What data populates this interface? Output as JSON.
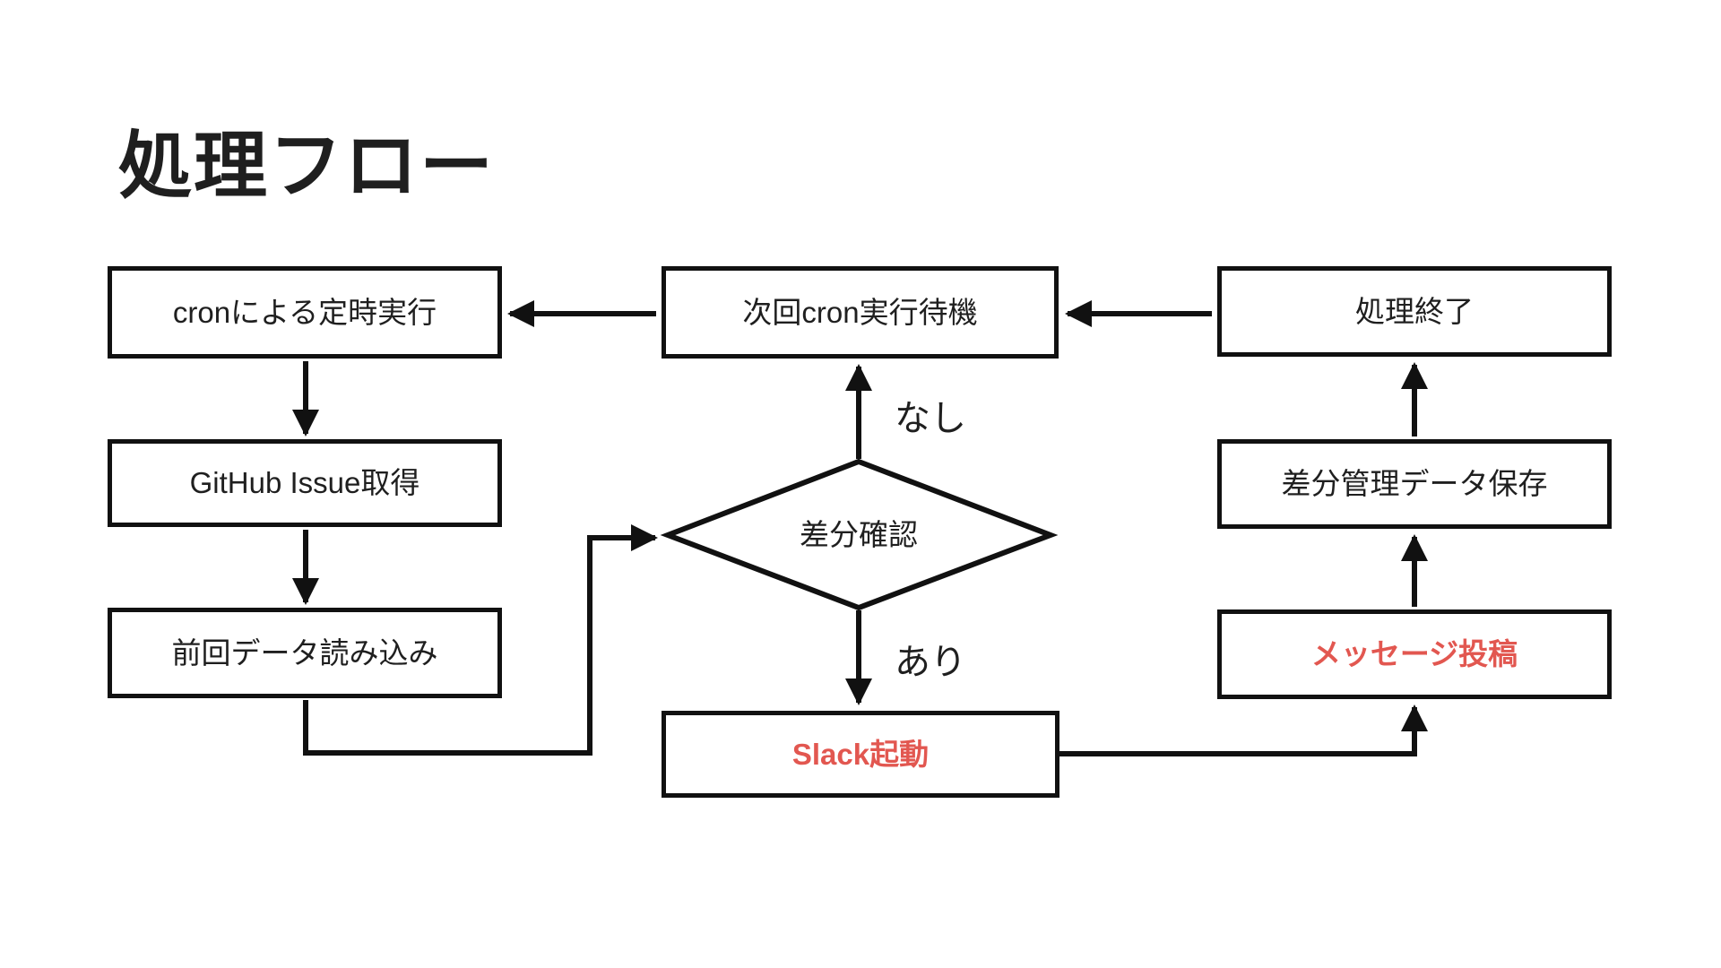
{
  "page": {
    "title": "処理フロー"
  },
  "colors": {
    "background": "#ffffff",
    "line": "#111111",
    "text": "#1f1f1f",
    "accent": "#e25750"
  },
  "flowchart": {
    "nodes": [
      {
        "id": "cron-trigger",
        "shape": "rect",
        "label": "cronによる定時実行",
        "emphasis": "normal"
      },
      {
        "id": "github-issue-fetch",
        "shape": "rect",
        "label": "GitHub Issue取得",
        "emphasis": "normal"
      },
      {
        "id": "previous-data-load",
        "shape": "rect",
        "label": "前回データ読み込み",
        "emphasis": "normal"
      },
      {
        "id": "wait-next-cron",
        "shape": "rect",
        "label": "次回cron実行待機",
        "emphasis": "normal"
      },
      {
        "id": "diff-check",
        "shape": "diamond",
        "label": "差分確認",
        "emphasis": "normal"
      },
      {
        "id": "slack-launch",
        "shape": "rect",
        "label": "Slack起動",
        "emphasis": "accent"
      },
      {
        "id": "process-end",
        "shape": "rect",
        "label": "処理終了",
        "emphasis": "normal"
      },
      {
        "id": "diff-data-save",
        "shape": "rect",
        "label": "差分管理データ保存",
        "emphasis": "normal"
      },
      {
        "id": "message-post",
        "shape": "rect",
        "label": "メッセージ投稿",
        "emphasis": "accent"
      }
    ],
    "edge_labels": {
      "no_diff": "なし",
      "has_diff": "あり"
    },
    "edges": [
      {
        "from": "cron-trigger",
        "to": "github-issue-fetch",
        "label": ""
      },
      {
        "from": "github-issue-fetch",
        "to": "previous-data-load",
        "label": ""
      },
      {
        "from": "previous-data-load",
        "to": "diff-check",
        "label": ""
      },
      {
        "from": "diff-check",
        "to": "wait-next-cron",
        "label": "なし"
      },
      {
        "from": "diff-check",
        "to": "slack-launch",
        "label": "あり"
      },
      {
        "from": "slack-launch",
        "to": "message-post",
        "label": ""
      },
      {
        "from": "message-post",
        "to": "diff-data-save",
        "label": ""
      },
      {
        "from": "diff-data-save",
        "to": "process-end",
        "label": ""
      },
      {
        "from": "process-end",
        "to": "wait-next-cron",
        "label": ""
      },
      {
        "from": "wait-next-cron",
        "to": "cron-trigger",
        "label": ""
      }
    ]
  }
}
